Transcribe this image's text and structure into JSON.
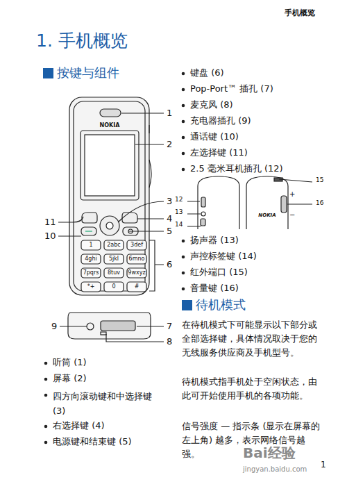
{
  "diagram": {
    "title": "1. 手机概览",
    "labels": [
      "手机概览",
      "按键与组件",
      "听筒 (1)",
      "屏幕 (2)",
      "四方向滚动键和中选择键 (3)",
      "右选择键 (4)",
      "电源键和结束键 (5)",
      "键盘 (6)",
      "Pop-Port™ 插孔 (7)",
      "麦克风 (8)",
      "充电器插孔 (9)",
      "通话键 (10)",
      "左选择键 (11)",
      "2.5 毫米耳机插孔 (12)",
      "扬声器 (13)",
      "声控标签键 (14)",
      "红外端口 (15)",
      "音量键 (16)",
      "待机模式",
      "在待机模式下可能显示以下部分或全部选择键，具体情况取决于您的无线服务供应商及手机型号。",
      "待机模式指手机处于空闲状态，由此可开始使用手机的各项功能。",
      "信号强度 — 指示条 (显示在屏幕的左上角) 越多，表示网络信号越强。",
      "1",
      "1",
      "2",
      "3",
      "11",
      "4",
      "10",
      "5",
      "6",
      "9",
      "7",
      "8",
      "12",
      "13",
      "14",
      "15",
      "16",
      "+",
      "−",
      "NOKIA",
      "1",
      "2abc",
      "3def",
      "4ghi",
      "5jkl",
      "6mno",
      "7pqrs",
      "8tuv",
      "9wxyz",
      "*+",
      "0",
      "#",
      "NOKIA",
      "Bai经验",
      "jingyan.baidu.com"
    ]
  }
}
